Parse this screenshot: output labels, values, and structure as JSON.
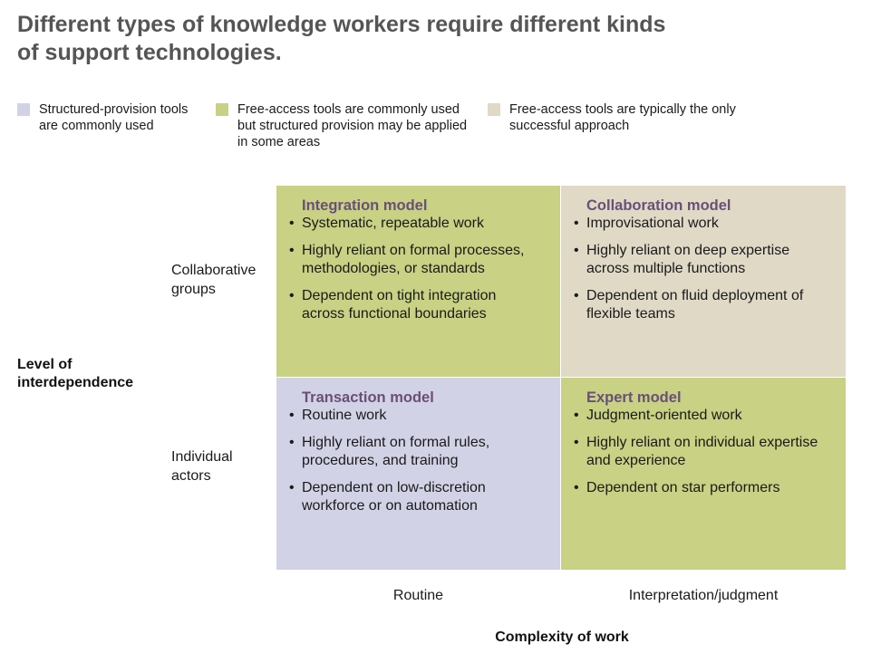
{
  "title": {
    "line1": "Different types of knowledge workers require different kinds",
    "line2": "of support technologies."
  },
  "colors": {
    "structured": "#d2d2e6",
    "free_access_common": "#c8d184",
    "free_access_only": "#dfd9c6",
    "quadrant_title": "#6a4f78"
  },
  "legend": [
    {
      "lines": [
        "Structured-provision tools",
        "are commonly used"
      ]
    },
    {
      "lines": [
        "Free-access tools are commonly used",
        "but structured provision may be applied",
        "in some areas"
      ]
    },
    {
      "lines": [
        "Free-access tools are typically the only",
        "successful approach"
      ]
    }
  ],
  "axes": {
    "y_title": {
      "line1": "Level of",
      "line2": "interdependence"
    },
    "y_rows": [
      {
        "line1": "Collaborative",
        "line2": "groups"
      },
      {
        "line1": "Individual",
        "line2": "actors"
      }
    ],
    "x_title": "Complexity of work",
    "x_cols": [
      "Routine",
      "Interpretation/judgment"
    ]
  },
  "bullet_char": "•",
  "quadrants": {
    "integration": {
      "title": "Integration model",
      "bullets": [
        {
          "line1": "Systematic, repeatable work",
          "line2": ""
        },
        {
          "line1": "Highly reliant on formal processes,",
          "line2": "methodologies, or standards"
        },
        {
          "line1": "Dependent on tight integration",
          "line2": "across functional boundaries"
        }
      ]
    },
    "collaboration": {
      "title": "Collaboration model",
      "bullets": [
        {
          "line1": "Improvisational work",
          "line2": ""
        },
        {
          "line1": "Highly reliant on deep expertise",
          "line2": "across multiple functions"
        },
        {
          "line1": "Dependent on fluid deployment of",
          "line2": "flexible teams"
        }
      ]
    },
    "transaction": {
      "title": "Transaction model",
      "bullets": [
        {
          "line1": "Routine work",
          "line2": ""
        },
        {
          "line1": "Highly reliant on formal rules,",
          "line2": "procedures, and training"
        },
        {
          "line1": "Dependent on low-discretion",
          "line2": "workforce or on automation"
        }
      ]
    },
    "expert": {
      "title": "Expert model",
      "bullets": [
        {
          "line1": "Judgment-oriented work",
          "line2": ""
        },
        {
          "line1": "Highly reliant on individual expertise",
          "line2": "and experience"
        },
        {
          "line1": "Dependent on star performers",
          "line2": ""
        }
      ]
    }
  }
}
